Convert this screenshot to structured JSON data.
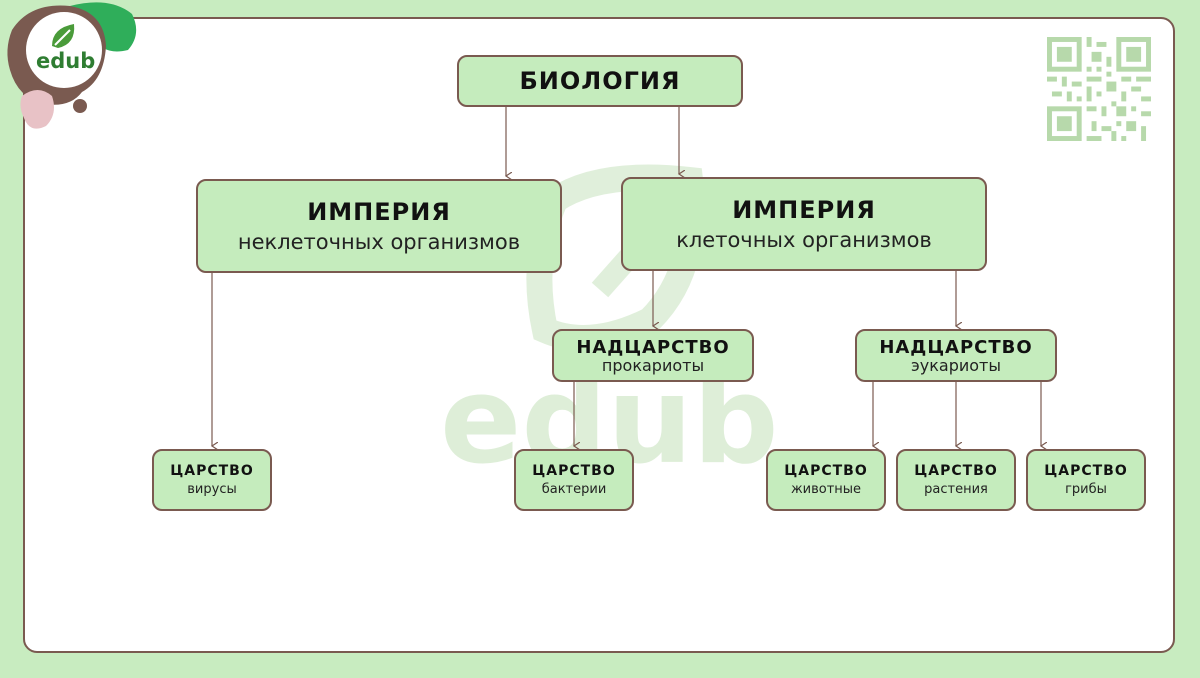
{
  "logo": {
    "text": "edub",
    "icon": "leaf-icon"
  },
  "watermark": {
    "text": "edub"
  },
  "qr": {
    "icon": "qr-code-icon"
  },
  "colors": {
    "box_fill": "#c5ecbd",
    "border": "#7a5a50",
    "background": "#c8ecc0",
    "brand_green": "#2f7d32"
  },
  "diagram": {
    "root": {
      "title": "БИОЛОГИЯ"
    },
    "empire_noncellular": {
      "title": "ИМПЕРИЯ",
      "subtitle": "неклеточных организмов"
    },
    "empire_cellular": {
      "title": "ИМПЕРИЯ",
      "subtitle": "клеточных организмов"
    },
    "superkingdom_prokaryotes": {
      "title": "НАДЦАРСТВО",
      "subtitle": "прокариоты"
    },
    "superkingdom_eukaryotes": {
      "title": "НАДЦАРСТВО",
      "subtitle": "эукариоты"
    },
    "kingdoms": [
      {
        "title": "ЦАРСТВО",
        "subtitle": "вирусы"
      },
      {
        "title": "ЦАРСТВО",
        "subtitle": "бактерии"
      },
      {
        "title": "ЦАРСТВО",
        "subtitle": "животные"
      },
      {
        "title": "ЦАРСТВО",
        "subtitle": "растения"
      },
      {
        "title": "ЦАРСТВО",
        "subtitle": "грибы"
      }
    ]
  }
}
